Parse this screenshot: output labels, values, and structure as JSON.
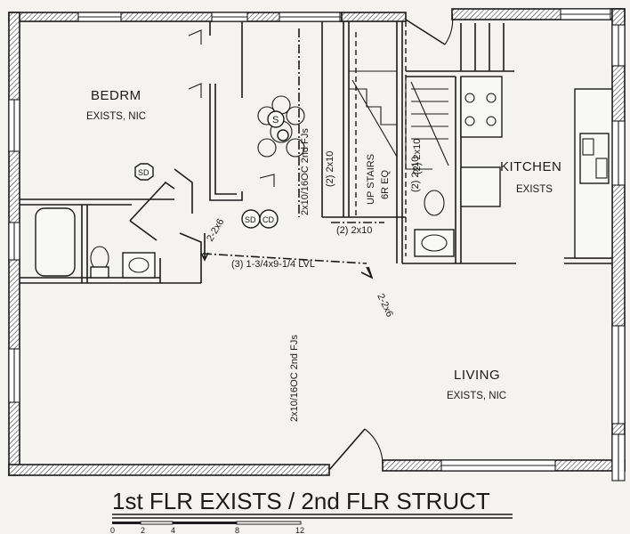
{
  "title": "1st FLR EXISTS / 2nd FLR STRUCT",
  "rooms": [
    {
      "name": "BEDRM",
      "note": "EXISTS, NIC"
    },
    {
      "name": "KITCHEN",
      "note": "EXISTS"
    },
    {
      "name": "LIVING",
      "note": "EXISTS, NIC"
    }
  ],
  "structural_notes": {
    "beam": "(3) 1-3/4x9-1/4 LVL",
    "header_left": "2-2x6",
    "header_right": "2-2x6",
    "joists_upper": "2x10/16OC 2nd FJs",
    "joists_lower": "2x10/16OC 2nd FJs",
    "double_upper": "(2) 2x10",
    "double_stair_left": "(2) 2x10",
    "double_stair_right": "(2) 2x10",
    "double_bottom": "(2) 2x10",
    "stairs": "UP STAIRS",
    "stairs_sub": "6R EQ"
  },
  "symbols": {
    "smoke_detector": "SD",
    "co_detector": "CD",
    "switch": "S"
  },
  "scale_bar": {
    "ticks": [
      "0",
      "2",
      "4",
      "8",
      "12"
    ]
  },
  "colors": {
    "ink": "#1b1b1b",
    "paper": "#f4f3ef"
  }
}
